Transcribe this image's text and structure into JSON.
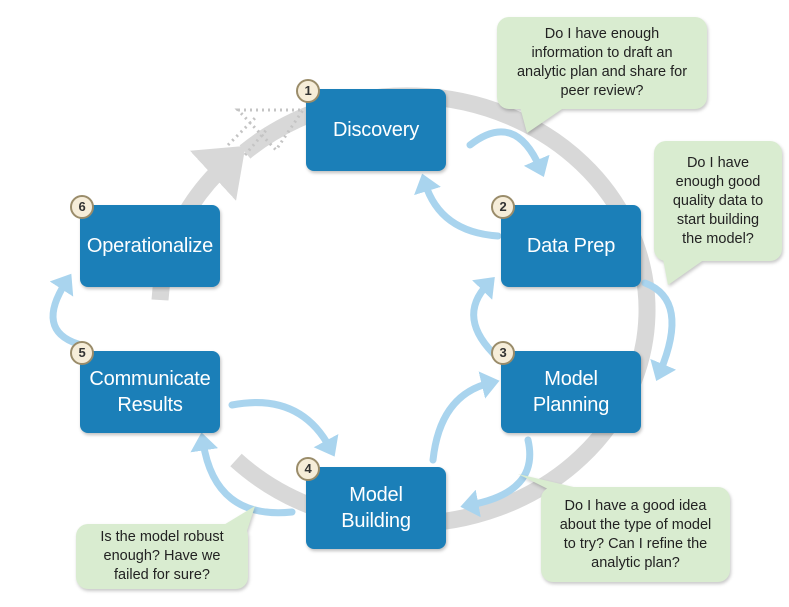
{
  "colors": {
    "phase_box": "#1b7fb8",
    "cycle_ring": "#d8d8d8",
    "arrow": "#a9d4ee",
    "bubble": "#d9ecd0",
    "badge": "#f6edd9"
  },
  "phases": [
    {
      "number": "1",
      "label": "Discovery"
    },
    {
      "number": "2",
      "label": "Data Prep"
    },
    {
      "number": "3",
      "label": "Model\nPlanning"
    },
    {
      "number": "4",
      "label": "Model\nBuilding"
    },
    {
      "number": "5",
      "label": "Communicate\nResults"
    },
    {
      "number": "6",
      "label": "Operationalize"
    }
  ],
  "questions": [
    "Do I have enough\ninformation to draft an\nanalytic plan and share for\npeer review?",
    "Do I have\nenough good\nquality data to\nstart building\nthe model?",
    "Do I have a good idea\nabout the type of model\nto try?  Can I refine the\nanalytic plan?",
    "Is the model robust\nenough?  Have we\nfailed for sure?"
  ]
}
